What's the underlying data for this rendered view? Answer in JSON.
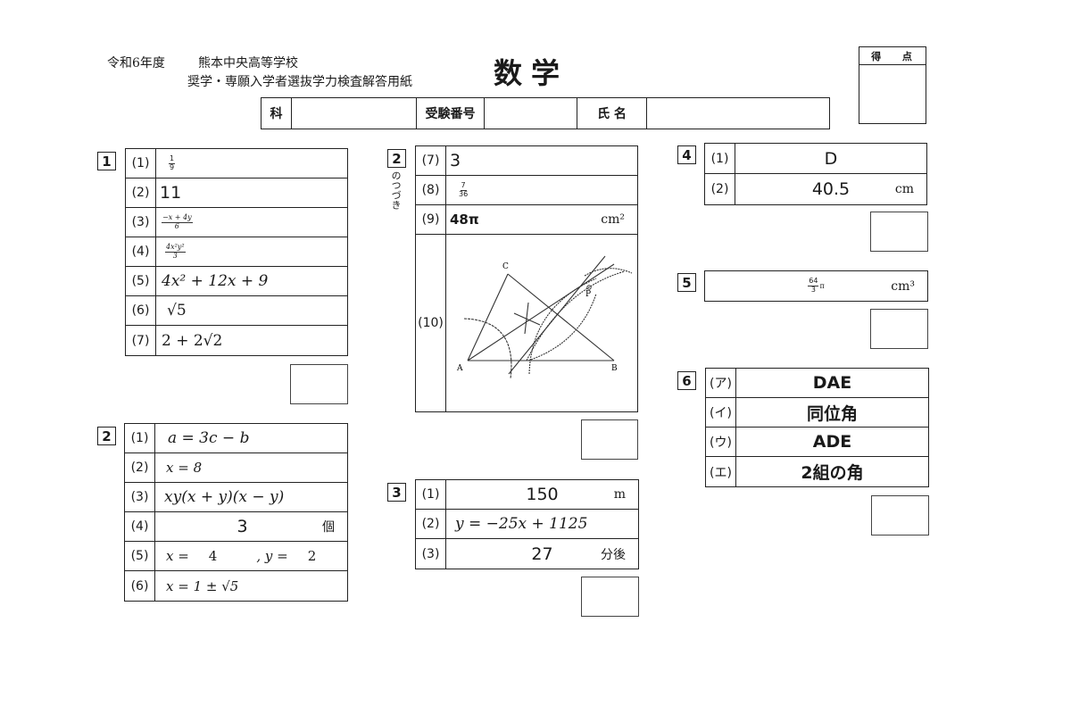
{
  "header": {
    "year": "令和6年度",
    "school": "熊本中央高等学校",
    "subtitle": "奨学・専願入学者選抜学力検査解答用紙",
    "subject": "数学"
  },
  "info_table": {
    "course_label": "科",
    "course_value": "",
    "exam_number_label": "受験番号",
    "exam_number_value": "",
    "name_label": "氏 名",
    "name_value": ""
  },
  "score_box": {
    "label": "得 点",
    "value": ""
  },
  "sections": {
    "s1": {
      "number": "1",
      "rows": [
        {
          "num": "(1)",
          "frac_num": "1",
          "frac_den": "9"
        },
        {
          "num": "(2)",
          "answer": "11"
        },
        {
          "num": "(3)",
          "frac_num": "−x + 4y",
          "frac_den": "6"
        },
        {
          "num": "(4)",
          "frac_num": "4x²y²",
          "frac_den": "3"
        },
        {
          "num": "(5)",
          "answer": "4x² + 12x + 9"
        },
        {
          "num": "(6)",
          "answer": "√5"
        },
        {
          "num": "(7)",
          "answer": "2 + 2√2"
        }
      ]
    },
    "s2": {
      "number": "2",
      "rows": [
        {
          "num": "(1)",
          "answer": "a = 3c − b"
        },
        {
          "num": "(2)",
          "answer": "x = 8"
        },
        {
          "num": "(3)",
          "answer": "xy(x + y)(x − y)"
        },
        {
          "num": "(4)",
          "answer": "3",
          "unit": "個"
        },
        {
          "num": "(5)",
          "x_label": "x =",
          "x_value": "4",
          "y_label": ", y =",
          "y_value": "2"
        },
        {
          "num": "(6)",
          "answer": "x = 1 ± √5"
        }
      ]
    },
    "s2_cont": {
      "number": "2",
      "continued_label": "のつづき",
      "rows": [
        {
          "num": "(7)",
          "answer": "3"
        },
        {
          "num": "(8)",
          "frac_num": "7",
          "frac_den": "36"
        },
        {
          "num": "(9)",
          "answer": "48π",
          "unit": "cm²"
        },
        {
          "num": "(10)",
          "figure": "construction",
          "points": {
            "a": "A",
            "b": "B",
            "c": "C",
            "p": "P"
          }
        }
      ]
    },
    "s3": {
      "number": "3",
      "rows": [
        {
          "num": "(1)",
          "answer": "150",
          "unit": "m"
        },
        {
          "num": "(2)",
          "answer": "y = −25x + 1125"
        },
        {
          "num": "(3)",
          "answer": "27",
          "unit": "分後"
        }
      ]
    },
    "s4": {
      "number": "4",
      "rows": [
        {
          "num": "(1)",
          "answer": "D"
        },
        {
          "num": "(2)",
          "answer": "40.5",
          "unit": "cm"
        }
      ]
    },
    "s5": {
      "number": "5",
      "frac_num": "64",
      "frac_den": "3",
      "suffix": "π",
      "unit": "cm³"
    },
    "s6": {
      "number": "6",
      "rows": [
        {
          "num": "(ア)",
          "answer": "DAE"
        },
        {
          "num": "(イ)",
          "answer": "同位角"
        },
        {
          "num": "(ウ)",
          "answer": "ADE"
        },
        {
          "num": "(エ)",
          "answer": "2組の角"
        }
      ]
    }
  }
}
